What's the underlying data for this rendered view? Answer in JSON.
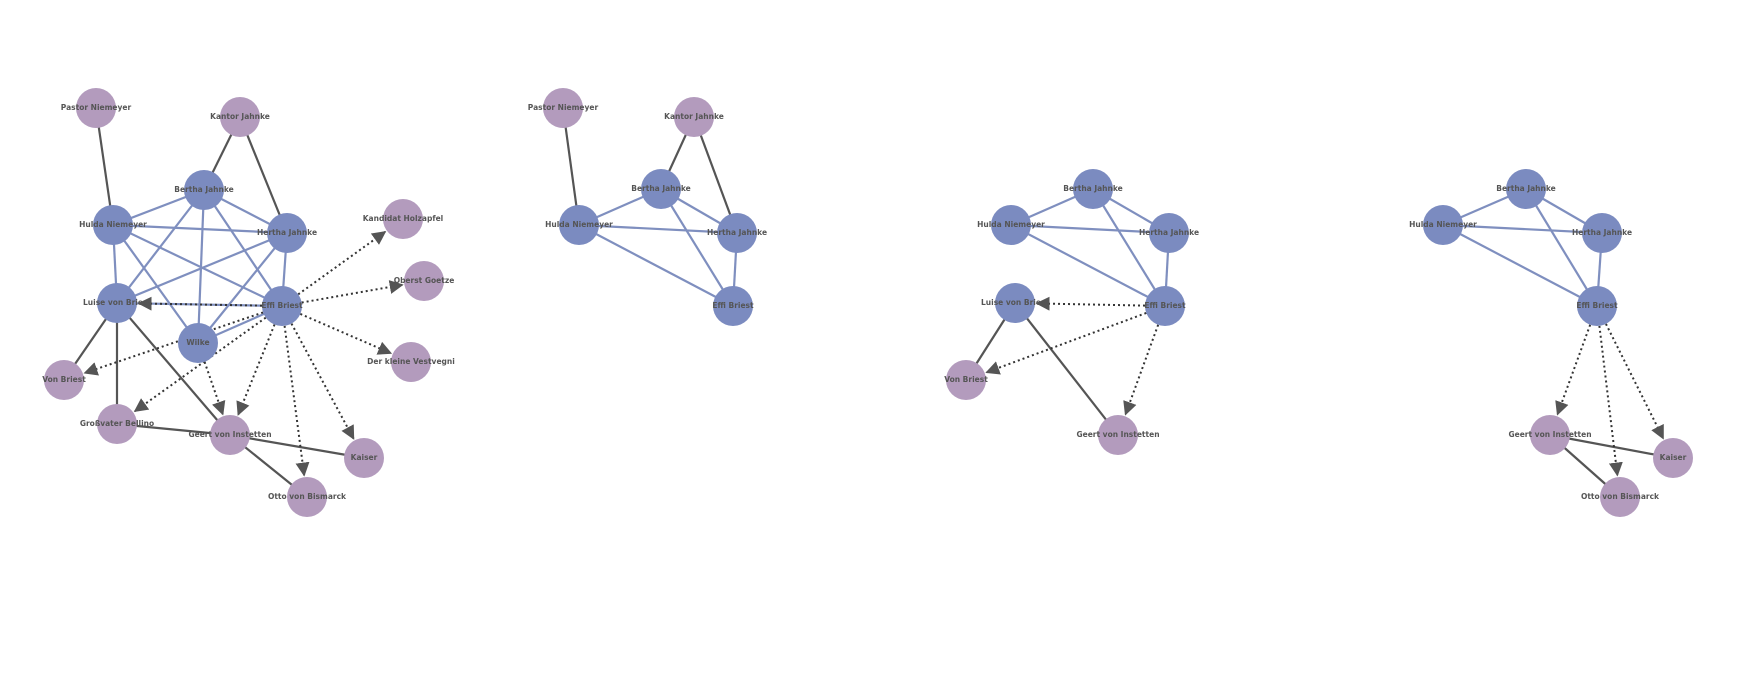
{
  "colors": {
    "primary_node": "#7b8bc0",
    "secondary_node": "#b39bbd",
    "primary_edge": "#7f8fbf",
    "secondary_edge": "#555555",
    "arrow_edge": "#333333",
    "label": "#555555"
  },
  "networks": [
    {
      "id": "network-full",
      "nodes": [
        {
          "id": "pastor",
          "label": "Pastor Niemeyer",
          "kind": "secondary"
        },
        {
          "id": "kantor",
          "label": "Kantor Jahnke",
          "kind": "secondary"
        },
        {
          "id": "bertha",
          "label": "Bertha Jahnke",
          "kind": "primary"
        },
        {
          "id": "hulda",
          "label": "Hulda Niemeyer",
          "kind": "primary"
        },
        {
          "id": "hertha",
          "label": "Hertha Jahnke",
          "kind": "primary"
        },
        {
          "id": "holzapfel",
          "label": "Kandidat Holzapfel",
          "kind": "secondary"
        },
        {
          "id": "goetze",
          "label": "Oberst Goetze",
          "kind": "secondary"
        },
        {
          "id": "luise",
          "label": "Luise von Briest",
          "kind": "primary"
        },
        {
          "id": "effi",
          "label": "Effi Briest",
          "kind": "primary"
        },
        {
          "id": "wilke",
          "label": "Wilke",
          "kind": "primary"
        },
        {
          "id": "vestvegni",
          "label": "Der kleine Vestvegni",
          "kind": "secondary"
        },
        {
          "id": "vonbriest",
          "label": "Von Briest",
          "kind": "secondary"
        },
        {
          "id": "bellino",
          "label": "Großvater Bellino",
          "kind": "secondary"
        },
        {
          "id": "geert",
          "label": "Geert von Instetten",
          "kind": "secondary"
        },
        {
          "id": "kaiser",
          "label": "Kaiser",
          "kind": "secondary"
        },
        {
          "id": "bismarck",
          "label": "Otto von Bismarck",
          "kind": "secondary"
        }
      ],
      "edges": [
        {
          "s": "pastor",
          "t": "hulda",
          "style": "solid-dark"
        },
        {
          "s": "kantor",
          "t": "bertha",
          "style": "solid-dark"
        },
        {
          "s": "kantor",
          "t": "hertha",
          "style": "solid-dark"
        },
        {
          "s": "bertha",
          "t": "hulda",
          "style": "solid-blue"
        },
        {
          "s": "bertha",
          "t": "hertha",
          "style": "solid-blue"
        },
        {
          "s": "bertha",
          "t": "luise",
          "style": "solid-blue"
        },
        {
          "s": "bertha",
          "t": "effi",
          "style": "solid-blue"
        },
        {
          "s": "bertha",
          "t": "wilke",
          "style": "solid-blue"
        },
        {
          "s": "hulda",
          "t": "hertha",
          "style": "solid-blue"
        },
        {
          "s": "hulda",
          "t": "luise",
          "style": "solid-blue"
        },
        {
          "s": "hulda",
          "t": "effi",
          "style": "solid-blue"
        },
        {
          "s": "hulda",
          "t": "wilke",
          "style": "solid-blue"
        },
        {
          "s": "hertha",
          "t": "luise",
          "style": "solid-blue"
        },
        {
          "s": "hertha",
          "t": "effi",
          "style": "solid-blue"
        },
        {
          "s": "hertha",
          "t": "wilke",
          "style": "solid-blue"
        },
        {
          "s": "luise",
          "t": "effi",
          "style": "solid-blue"
        },
        {
          "s": "wilke",
          "t": "effi",
          "style": "solid-blue"
        },
        {
          "s": "luise",
          "t": "vonbriest",
          "style": "solid-dark"
        },
        {
          "s": "luise",
          "t": "bellino",
          "style": "solid-dark"
        },
        {
          "s": "luise",
          "t": "geert",
          "style": "solid-dark"
        },
        {
          "s": "bellino",
          "t": "geert",
          "style": "solid-dark"
        },
        {
          "s": "geert",
          "t": "kaiser",
          "style": "solid-dark"
        },
        {
          "s": "geert",
          "t": "bismarck",
          "style": "solid-dark"
        },
        {
          "s": "effi",
          "t": "holzapfel",
          "style": "dotted-arrow"
        },
        {
          "s": "effi",
          "t": "goetze",
          "style": "dotted-arrow"
        },
        {
          "s": "effi",
          "t": "vestvegni",
          "style": "dotted-arrow"
        },
        {
          "s": "effi",
          "t": "kaiser",
          "style": "dotted-arrow"
        },
        {
          "s": "effi",
          "t": "bismarck",
          "style": "dotted-arrow"
        },
        {
          "s": "effi",
          "t": "geert",
          "style": "dotted-arrow"
        },
        {
          "s": "effi",
          "t": "bellino",
          "style": "dotted-arrow"
        },
        {
          "s": "effi",
          "t": "vonbriest",
          "style": "dotted-arrow"
        },
        {
          "s": "effi",
          "t": "luise",
          "style": "dotted-arrow"
        },
        {
          "s": "wilke",
          "t": "geert",
          "style": "dotted-arrow"
        }
      ]
    },
    {
      "id": "network-family",
      "nodes": [
        {
          "id": "pastor",
          "label": "Pastor Niemeyer",
          "kind": "secondary"
        },
        {
          "id": "kantor",
          "label": "Kantor Jahnke",
          "kind": "secondary"
        },
        {
          "id": "bertha",
          "label": "Bertha Jahnke",
          "kind": "primary"
        },
        {
          "id": "hulda",
          "label": "Hulda Niemeyer",
          "kind": "primary"
        },
        {
          "id": "hertha",
          "label": "Hertha Jahnke",
          "kind": "primary"
        },
        {
          "id": "effi",
          "label": "Effi Briest",
          "kind": "primary"
        }
      ],
      "edges": [
        {
          "s": "pastor",
          "t": "hulda",
          "style": "solid-dark"
        },
        {
          "s": "kantor",
          "t": "bertha",
          "style": "solid-dark"
        },
        {
          "s": "kantor",
          "t": "hertha",
          "style": "solid-dark"
        },
        {
          "s": "bertha",
          "t": "hulda",
          "style": "solid-blue"
        },
        {
          "s": "bertha",
          "t": "hertha",
          "style": "solid-blue"
        },
        {
          "s": "bertha",
          "t": "effi",
          "style": "solid-blue"
        },
        {
          "s": "hulda",
          "t": "hertha",
          "style": "solid-blue"
        },
        {
          "s": "hulda",
          "t": "effi",
          "style": "solid-blue"
        },
        {
          "s": "hertha",
          "t": "effi",
          "style": "solid-blue"
        }
      ]
    },
    {
      "id": "network-briest",
      "nodes": [
        {
          "id": "bertha",
          "label": "Bertha Jahnke",
          "kind": "primary"
        },
        {
          "id": "hulda",
          "label": "Hulda Niemeyer",
          "kind": "primary"
        },
        {
          "id": "hertha",
          "label": "Hertha Jahnke",
          "kind": "primary"
        },
        {
          "id": "luise",
          "label": "Luise von Briest",
          "kind": "primary"
        },
        {
          "id": "effi",
          "label": "Effi Briest",
          "kind": "primary"
        },
        {
          "id": "vonbriest",
          "label": "Von Briest",
          "kind": "secondary"
        },
        {
          "id": "geert",
          "label": "Geert von Instetten",
          "kind": "secondary"
        }
      ],
      "edges": [
        {
          "s": "bertha",
          "t": "hulda",
          "style": "solid-blue"
        },
        {
          "s": "bertha",
          "t": "hertha",
          "style": "solid-blue"
        },
        {
          "s": "bertha",
          "t": "effi",
          "style": "solid-blue"
        },
        {
          "s": "hulda",
          "t": "hertha",
          "style": "solid-blue"
        },
        {
          "s": "hulda",
          "t": "effi",
          "style": "solid-blue"
        },
        {
          "s": "hertha",
          "t": "effi",
          "style": "solid-blue"
        },
        {
          "s": "luise",
          "t": "vonbriest",
          "style": "solid-dark"
        },
        {
          "s": "luise",
          "t": "geert",
          "style": "solid-dark"
        },
        {
          "s": "effi",
          "t": "luise",
          "style": "dotted-arrow"
        },
        {
          "s": "effi",
          "t": "vonbriest",
          "style": "dotted-arrow"
        },
        {
          "s": "effi",
          "t": "geert",
          "style": "dotted-arrow"
        }
      ]
    },
    {
      "id": "network-instetten",
      "nodes": [
        {
          "id": "bertha",
          "label": "Bertha Jahnke",
          "kind": "primary"
        },
        {
          "id": "hulda",
          "label": "Hulda Niemeyer",
          "kind": "primary"
        },
        {
          "id": "hertha",
          "label": "Hertha Jahnke",
          "kind": "primary"
        },
        {
          "id": "effi",
          "label": "Effi Briest",
          "kind": "primary"
        },
        {
          "id": "geert",
          "label": "Geert von Instetten",
          "kind": "secondary"
        },
        {
          "id": "kaiser",
          "label": "Kaiser",
          "kind": "secondary"
        },
        {
          "id": "bismarck",
          "label": "Otto von Bismarck",
          "kind": "secondary"
        }
      ],
      "edges": [
        {
          "s": "bertha",
          "t": "hulda",
          "style": "solid-blue"
        },
        {
          "s": "bertha",
          "t": "hertha",
          "style": "solid-blue"
        },
        {
          "s": "bertha",
          "t": "effi",
          "style": "solid-blue"
        },
        {
          "s": "hulda",
          "t": "hertha",
          "style": "solid-blue"
        },
        {
          "s": "hulda",
          "t": "effi",
          "style": "solid-blue"
        },
        {
          "s": "hertha",
          "t": "effi",
          "style": "solid-blue"
        },
        {
          "s": "geert",
          "t": "kaiser",
          "style": "solid-dark"
        },
        {
          "s": "geert",
          "t": "bismarck",
          "style": "solid-dark"
        },
        {
          "s": "effi",
          "t": "geert",
          "style": "dotted-arrow"
        },
        {
          "s": "effi",
          "t": "bismarck",
          "style": "dotted-arrow"
        },
        {
          "s": "effi",
          "t": "kaiser",
          "style": "dotted-arrow"
        }
      ]
    }
  ]
}
